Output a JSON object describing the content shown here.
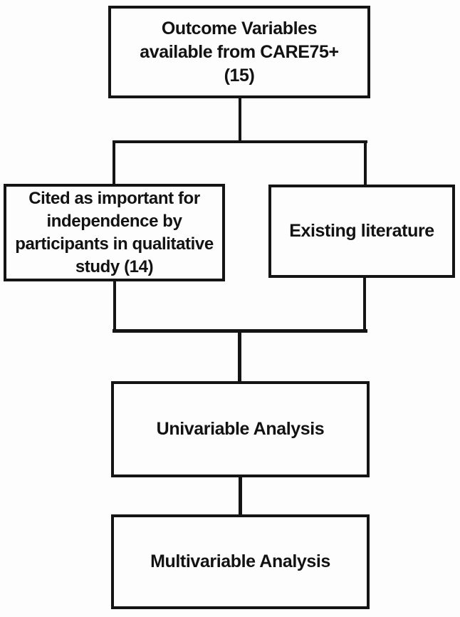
{
  "figure": {
    "type": "flowchart",
    "background_color": "#fdfdfd",
    "line_color": "#141414",
    "text_color": "#121212",
    "boxes": {
      "outcome": {
        "label": "Outcome Variables\navailable from CARE75+\n(15)"
      },
      "qualitative": {
        "label": "Cited as important for\nindependence by\nparticipants in qualitative\nstudy (14)"
      },
      "literature": {
        "label": "Existing literature"
      },
      "univariable": {
        "label": "Univariable Analysis"
      },
      "multivariable": {
        "label": "Multivariable Analysis"
      }
    },
    "connections": [
      {
        "from": "outcome",
        "to": "qualitative"
      },
      {
        "from": "outcome",
        "to": "literature"
      },
      {
        "from": "qualitative",
        "to": "univariable"
      },
      {
        "from": "literature",
        "to": "univariable"
      },
      {
        "from": "univariable",
        "to": "multivariable"
      }
    ]
  }
}
